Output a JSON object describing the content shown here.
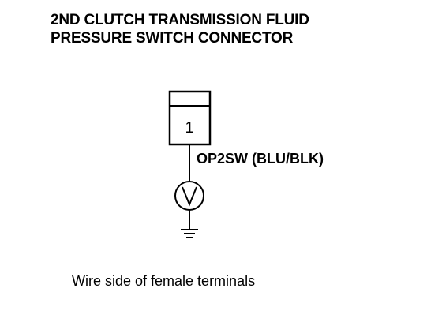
{
  "header": {
    "title_line_1": "2ND CLUTCH TRANSMISSION FLUID",
    "title_line_2": "PRESSURE SWITCH CONNECTOR"
  },
  "connector": {
    "terminal_number": "1"
  },
  "wire": {
    "label": "OP2SW (BLU/BLK)"
  },
  "footer": {
    "caption": "Wire side of female terminals"
  }
}
